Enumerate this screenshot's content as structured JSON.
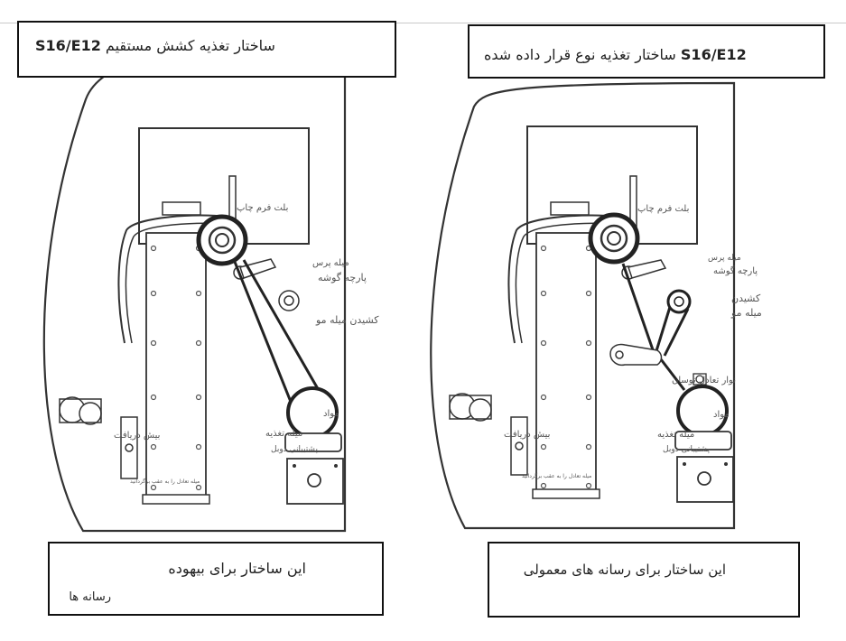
{
  "titles": {
    "left_code": "S16/E12",
    "left_text": "ساختار تغذیه کشش مستقیم",
    "right_code": "S16/E12",
    "right_text": "ساختار تغذیه نوع قرار داده شده"
  },
  "notes": {
    "left_line1": "این ساختار برای بیهوده",
    "left_line2": "رسانه ها",
    "right_line1": "این ساختار برای رسانه های معمولی"
  },
  "left_diagram": {
    "belt_label": "بلت فرم چاپ",
    "press_rod_line1": "میله پرس",
    "press_rod_line2": "پارچه گوشه",
    "pull_rod": "کشیدن میله مو",
    "material": "مواد",
    "feed_rod": "میله تغذیه",
    "feed_support": "پشتیبانی دوبل",
    "receive": "بیش دریافت",
    "balance_rod": "میله تعادل را به عقب برگردانید"
  },
  "right_diagram": {
    "belt_label": "بلت فرم چاپ",
    "press_rod_line1": "میله پرس",
    "press_rod_line2": "پارچه گوشه",
    "pull_rod_line1": "کشیدن",
    "pull_rod_line2": "میله مو",
    "tension_belt": "نوار تعادل نوسان",
    "material": "مواد",
    "feed_rod": "میله تغذیه",
    "feed_support": "پشتیبانی دوبل",
    "receive": "بیش دریافت",
    "balance_rod": "میله تعادل را به عقب برگردانید"
  }
}
